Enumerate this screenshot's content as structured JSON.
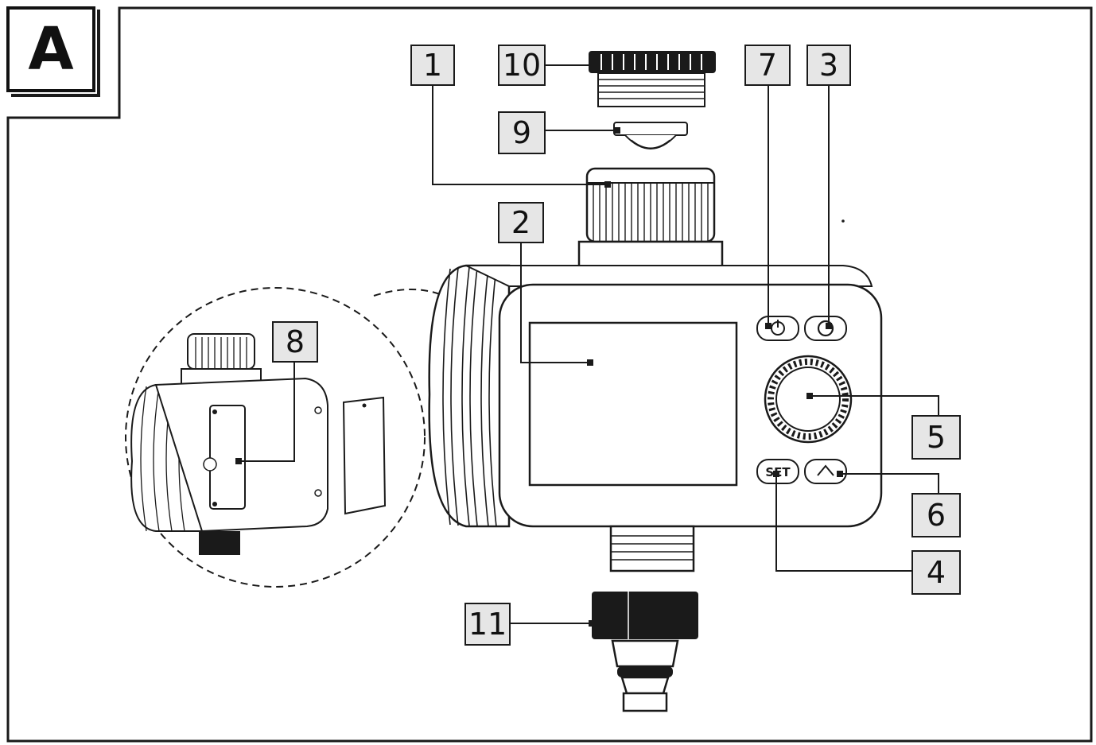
{
  "figure": {
    "panel_letter": "A"
  },
  "callouts": [
    {
      "id": "1",
      "label": "1"
    },
    {
      "id": "2",
      "label": "2"
    },
    {
      "id": "3",
      "label": "3"
    },
    {
      "id": "4",
      "label": "4"
    },
    {
      "id": "5",
      "label": "5"
    },
    {
      "id": "6",
      "label": "6"
    },
    {
      "id": "7",
      "label": "7"
    },
    {
      "id": "8",
      "label": "8"
    },
    {
      "id": "9",
      "label": "9"
    },
    {
      "id": "10",
      "label": "10"
    },
    {
      "id": "11",
      "label": "11"
    }
  ],
  "device": {
    "set_button_text": "SET"
  },
  "colors": {
    "line": "#1a1a1a",
    "callout_fill": "#e6e6e6",
    "part_fill": "#ffffff"
  }
}
